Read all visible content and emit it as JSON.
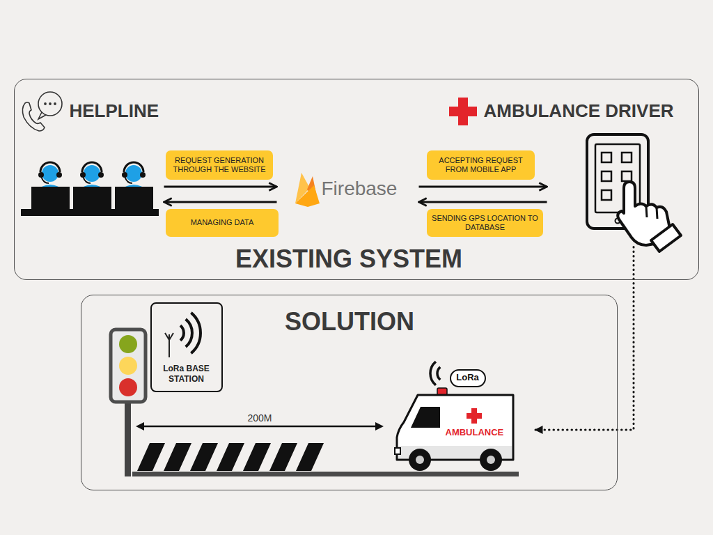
{
  "diagram": {
    "nodes": [
      {
        "text": [
          "EXISTING SYSTEM"
        ]
      },
      {
        "text": [
          "HELPLINE"
        ],
        "in": 0
      },
      {
        "text": [
          "Firebase"
        ],
        "in": 0
      },
      {
        "text": [
          "AMBULANCE DRIVER"
        ],
        "in": 0
      },
      {
        "text": [
          "SOLUTION"
        ]
      },
      {
        "text": [
          "LoRa BASE STATION"
        ],
        "in": 4
      },
      {
        "text": [
          "AMBULANCE"
        ],
        "in": 4
      },
      {
        "text": [
          "LoRa"
        ],
        "in": 6
      }
    ],
    "edges": [
      {
        "from": 1,
        "to": 2,
        "arrow": "to",
        "label": "REQUEST GENERATION THROUGH THE WEBSITE"
      },
      {
        "from": 2,
        "to": 1,
        "arrow": "to",
        "label": "MANAGING DATA"
      },
      {
        "from": 2,
        "to": 3,
        "arrow": "to",
        "label": "ACCEPTING REQUEST FROM MOBILE APP"
      },
      {
        "from": 3,
        "to": 2,
        "arrow": "to",
        "label": "SENDING GPS LOCATION TO DATABASE"
      },
      {
        "from": 3,
        "to": 6,
        "arrow": "to"
      }
    ],
    "labels": [
      "200M"
    ]
  }
}
